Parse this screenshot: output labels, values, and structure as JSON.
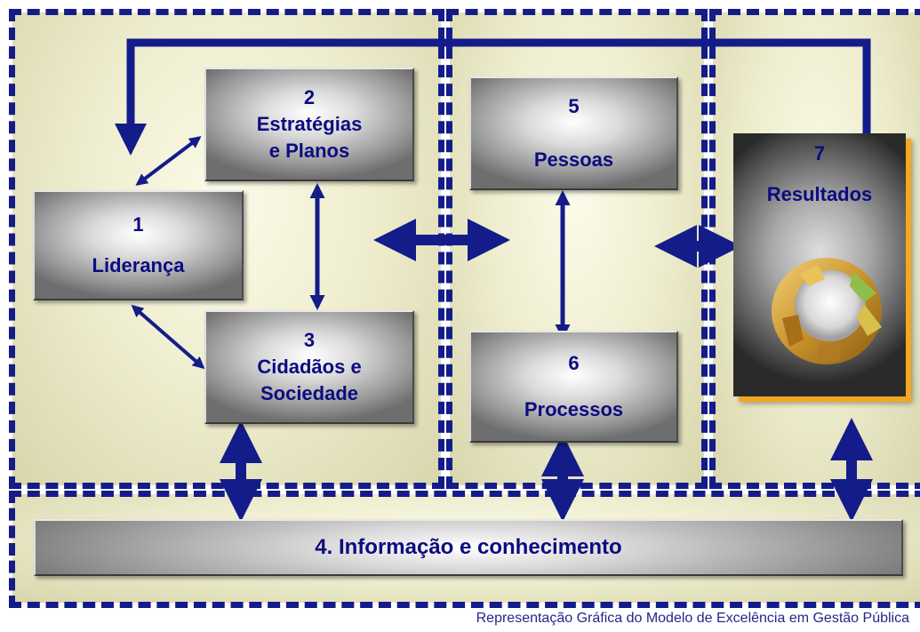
{
  "boxes": {
    "lideranca": {
      "number": "1",
      "label": "Liderança"
    },
    "estrategias": {
      "number": "2",
      "line1": "Estratégias",
      "line2": "e Planos"
    },
    "cidadaos": {
      "number": "3",
      "line1": "Cidadãos e",
      "line2": "Sociedade"
    },
    "informacao": {
      "label": "4. Informação e conhecimento"
    },
    "pessoas": {
      "number": "5",
      "label": "Pessoas"
    },
    "processos": {
      "number": "6",
      "label": "Processos"
    },
    "resultados": {
      "number": "7",
      "label": "Resultados"
    }
  },
  "caption": "Representação Gráfica do Modelo de Excelência em Gestão Pública",
  "colors": {
    "arrow": "#141c8a",
    "text": "#0c0c80",
    "accent": "#f5a623",
    "panel": "#efeed0"
  }
}
